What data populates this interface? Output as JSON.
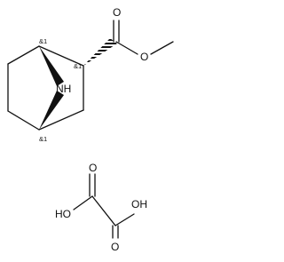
{
  "colors": {
    "ink": "#111111",
    "background": "#ffffff"
  },
  "structure_1": {
    "atoms": {
      "nitrogen": "NH",
      "ester_carbonyl_oxygen": "O",
      "ester_single_oxygen": "O"
    },
    "stereo_labels": {
      "bridgehead_top": "&1",
      "c2": "&1",
      "bridgehead_bottom": "&1"
    }
  },
  "structure_2": {
    "atoms": {
      "oxygen_top_left": "O",
      "oxygen_top_right": "O",
      "hydroxyl_left": "HO",
      "hydroxyl_right": "OH"
    }
  }
}
